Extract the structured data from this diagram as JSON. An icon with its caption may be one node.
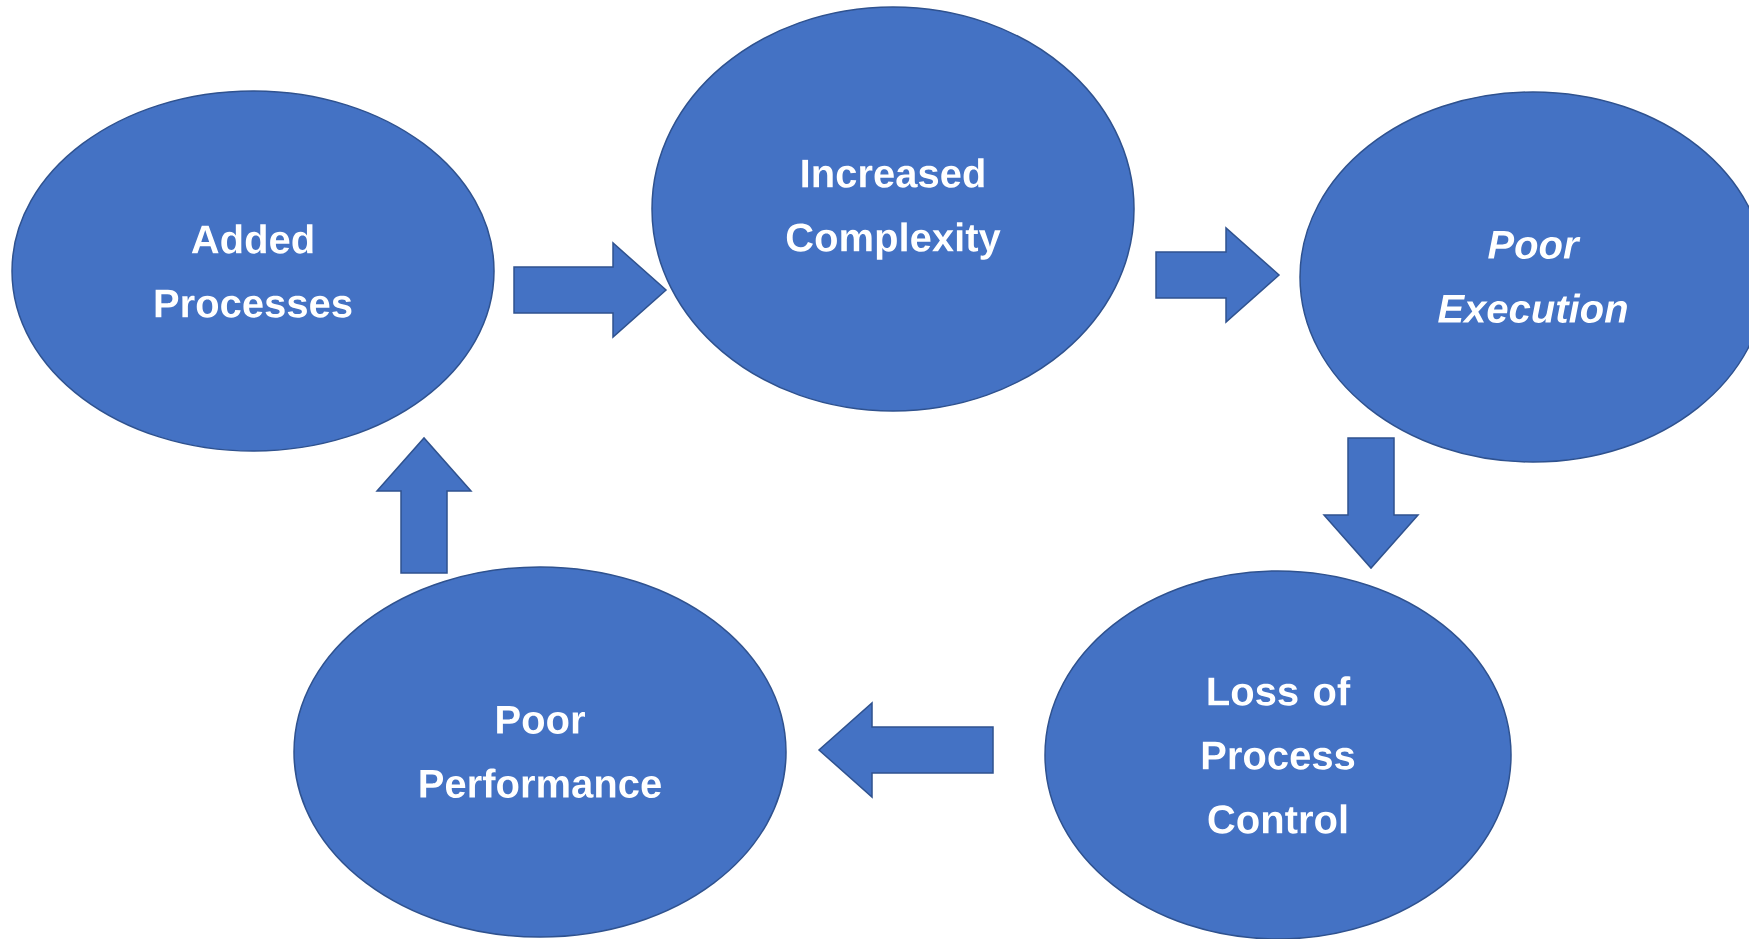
{
  "diagram": {
    "nodes": [
      {
        "text": [
          "Added Processes"
        ]
      },
      {
        "text": [
          "Increased Complexity"
        ]
      },
      {
        "text": [
          "Poor Execution"
        ]
      },
      {
        "text": [
          "Loss of Process Control"
        ]
      },
      {
        "text": [
          "Poor Performance"
        ]
      }
    ],
    "edges": [
      {
        "from": 0,
        "to": 1,
        "arrow": "to"
      },
      {
        "from": 1,
        "to": 2,
        "arrow": "to"
      },
      {
        "from": 2,
        "to": 3,
        "arrow": "to"
      },
      {
        "from": 3,
        "to": 4,
        "arrow": "to"
      },
      {
        "from": 4,
        "to": 0,
        "arrow": "to"
      }
    ]
  }
}
